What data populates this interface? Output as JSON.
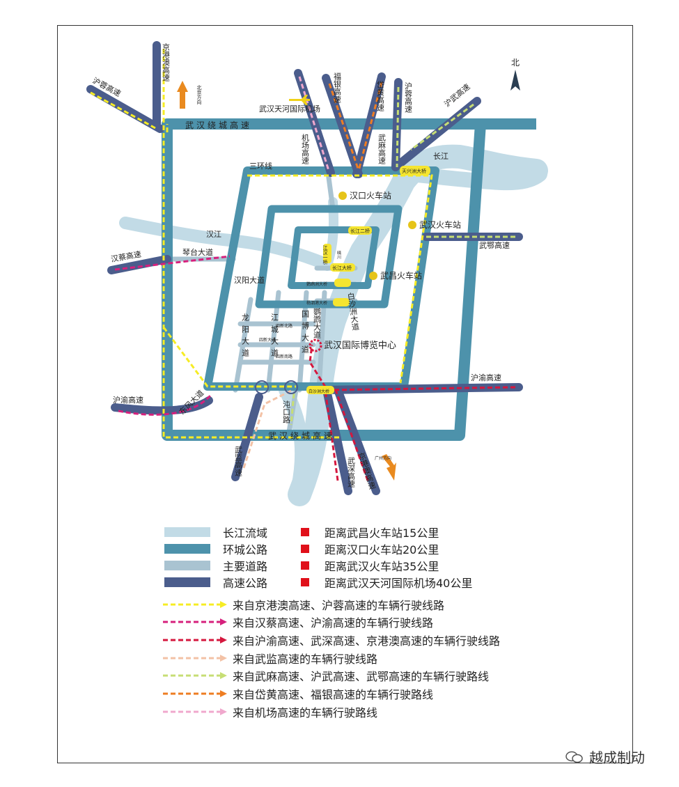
{
  "colors": {
    "river": "#c2dbe6",
    "ring": "#4d92ab",
    "main_road": "#a9c3d1",
    "highway": "#4b5d8c",
    "yellow_route": "#f6ec24",
    "magenta_route": "#d6207c",
    "red_route": "#d5173e",
    "peach_route": "#f3c2a6",
    "green_route": "#c7de74",
    "orange_route": "#ee7d22",
    "pink_route": "#f0a8cd",
    "marker": "#e0101a",
    "arrow_orange": "#e98a1f"
  },
  "map": {
    "north_label": "北",
    "labels": {
      "jinggangao_top": "京港澳高速",
      "hurong_left": "沪蓉高速",
      "beijing_dir": "北京方向",
      "airport": "武汉天河国际机场",
      "fuyin": "福银高速",
      "daihuang": "岱黄高速",
      "hurong_right": "沪蓉高速",
      "huwu": "沪武高速",
      "wuhan_ring_top": "武汉绕城高速",
      "airport_hwy": "机场高速",
      "wuma": "武麻高速",
      "changjiang": "长江",
      "third_ring": "三环线",
      "tianxingzhou": "天兴洲大桥",
      "hankou_station": "汉口火车站",
      "wuhan_station": "武汉火车站",
      "hanjiang": "汉江",
      "wue": "武鄂高速",
      "hancai": "汉蔡高速",
      "qintai": "琴台大道",
      "changjiang_2nd": "长江二桥",
      "jianghan_1st": "江汉一桥",
      "qingchuan": "晴川",
      "changjiang_bridge": "长江大桥",
      "ying_wuzhou": "鹦鹉洲大桥",
      "yangsigang": "杨泗港大桥",
      "wuchang_station": "武昌火车站",
      "hanyang_ave": "汉阳大道",
      "jiangcheng_ave": "江城大道",
      "longyang_ave": "龙阳大道",
      "guobo_ave": "国博大道",
      "yingwu_ave": "鹦鹉大道",
      "baishazhou_ave": "白沙洲大道",
      "sixin_north": "四新北路",
      "sixin_ave": "四新大道",
      "sixin_south": "四新南路",
      "expo_center": "武汉国际博览中心",
      "huyu_right": "沪渝高速",
      "huyu_left": "沪渝高速",
      "dongfeng_ave": "东风大道",
      "baishazhou_bridge": "白沙洲大桥",
      "hankou_road": "沌口路",
      "wuhan_ring_bottom": "武汉绕城高速",
      "wujian": "武监高速",
      "wushen": "武深高速",
      "jinggangao_bottom": "京港澳高速",
      "guangzhou_dir": "广州方向"
    }
  },
  "legend": {
    "area_items": [
      {
        "label": "长江流域",
        "color": "#c2dbe6"
      },
      {
        "label": "环城公路",
        "color": "#4d92ab"
      },
      {
        "label": "主要道路",
        "color": "#a9c3d1"
      },
      {
        "label": "高速公路",
        "color": "#4b5d8c"
      }
    ],
    "distance_items": [
      "距离武昌火车站15公里",
      "距离汉口火车站20公里",
      "距离武汉火车站35公里",
      "距离武汉天河国际机场40公里"
    ],
    "routes": [
      {
        "label": "来自京港澳高速、沪蓉高速的车辆行驶线路",
        "color": "#f6ec24"
      },
      {
        "label": "来自汉蔡高速、沪渝高速的车辆行驶线路",
        "color": "#d6207c"
      },
      {
        "label": "来自沪渝高速、武深高速、京港澳高速的车辆行驶线路",
        "color": "#d5173e"
      },
      {
        "label": "来自武监高速的车辆行驶线路",
        "color": "#f3c2a6"
      },
      {
        "label": "来自武麻高速、沪武高速、武鄂高速的车辆行驶路线",
        "color": "#c7de74"
      },
      {
        "label": "来自岱黄高速、福银高速的车辆行驶路线",
        "color": "#ee7d22"
      },
      {
        "label": "来自机场高速的车辆行驶路线",
        "color": "#f0a8cd"
      }
    ]
  },
  "watermark": "越成制动"
}
